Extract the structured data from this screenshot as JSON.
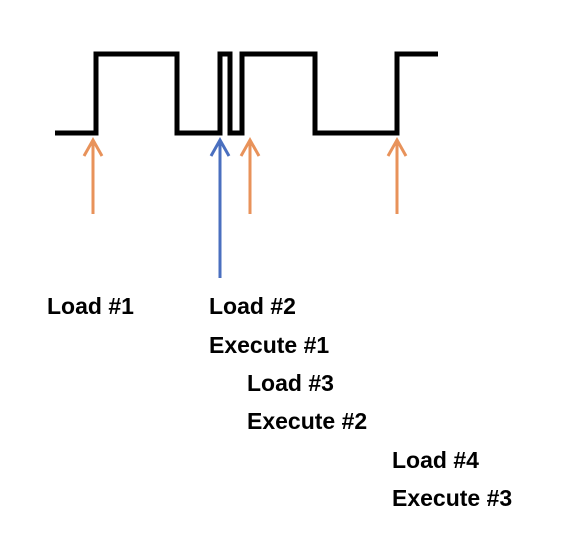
{
  "colors": {
    "waveform": "#000000",
    "orange_arrow": "#e8925a",
    "blue_arrow": "#4a6fbf",
    "text": "#000000"
  },
  "labels": {
    "load1": "Load #1",
    "load2": "Load #2",
    "execute1": "Execute #1",
    "load3": "Load #3",
    "execute2": "Execute #2",
    "load4": "Load #4",
    "execute3": "Execute #3"
  }
}
